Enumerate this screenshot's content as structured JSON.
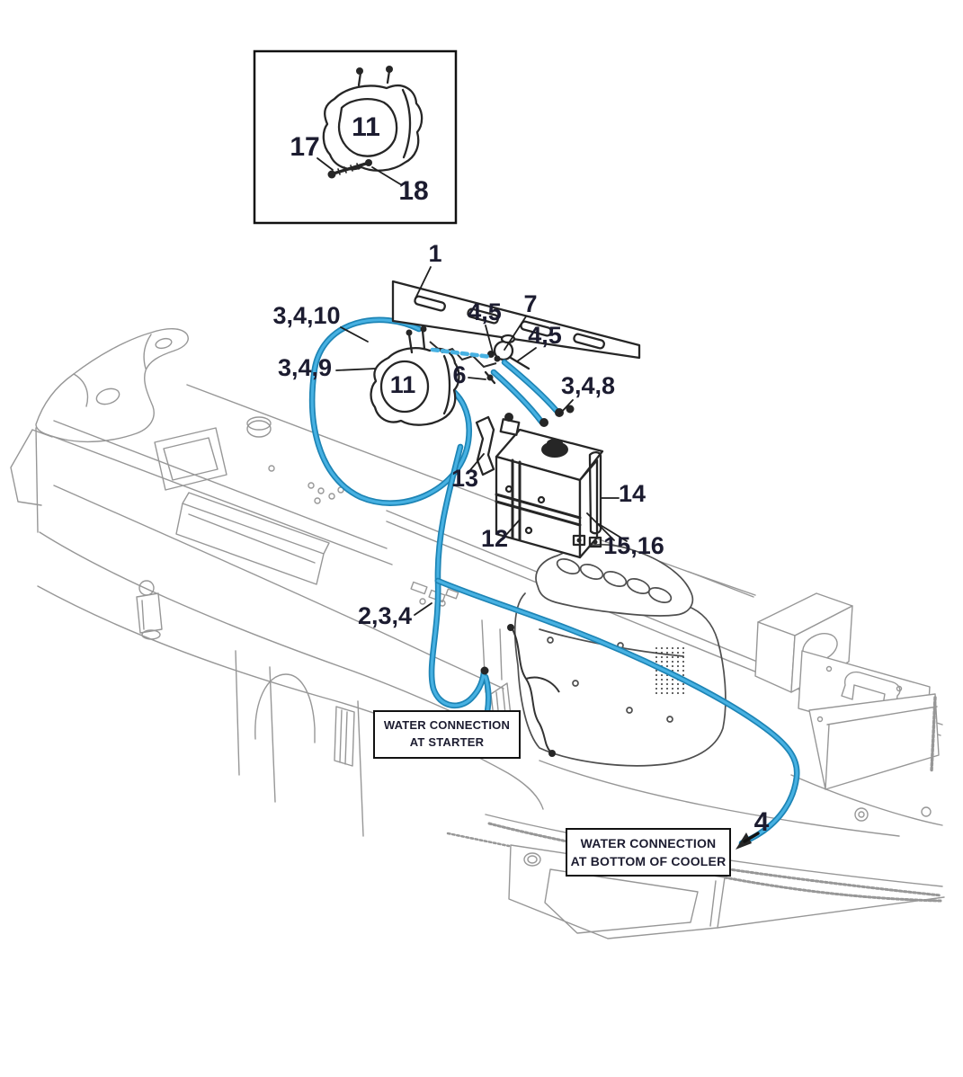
{
  "colors": {
    "background": "#ffffff",
    "label": "#1c1c30",
    "line-dark": "#262626",
    "line-engine": "#4f4f4f",
    "line-chassis": "#979797",
    "hose-dark": "#1d84b5",
    "hose-light": "#47b1e2",
    "note-border": "#111111"
  },
  "inset": {
    "labels": {
      "pump": "11",
      "bolt": "17",
      "washer": "18"
    }
  },
  "callouts": [
    {
      "id": "bracket-plate",
      "text": "1"
    },
    {
      "id": "hose-upper-clamps",
      "text": "3,4,10"
    },
    {
      "id": "hose-pump-loop",
      "text": "3,4,9"
    },
    {
      "id": "clamp-left",
      "text": "4,5"
    },
    {
      "id": "valve",
      "text": "7"
    },
    {
      "id": "clamp-right",
      "text": "4,5"
    },
    {
      "id": "fitting",
      "text": "6"
    },
    {
      "id": "water-pump",
      "text": "11"
    },
    {
      "id": "tank-hose-clamps",
      "text": "3,4,8"
    },
    {
      "id": "tank-bracket",
      "text": "13"
    },
    {
      "id": "tank-strap",
      "text": "14"
    },
    {
      "id": "recovery-tank",
      "text": "12"
    },
    {
      "id": "strap-hardware",
      "text": "15,16"
    },
    {
      "id": "starter-clamps",
      "text": "2,3,4"
    },
    {
      "id": "cooler-hose-end",
      "text": "4"
    }
  ],
  "notes": {
    "starter": {
      "line1": "WATER CONNECTION",
      "line2": "AT STARTER"
    },
    "cooler": {
      "line1": "WATER CONNECTION",
      "line2": "AT BOTTOM OF COOLER"
    }
  }
}
